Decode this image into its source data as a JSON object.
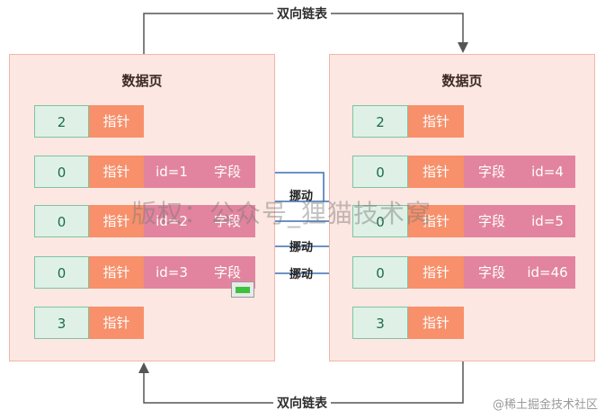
{
  "top_link": "双向链表",
  "bottom_link": "双向链表",
  "left_page": {
    "title": "数据页",
    "rows": [
      {
        "num": "2",
        "ptr": "指针"
      },
      {
        "num": "0",
        "ptr": "指针",
        "f1": "id=1",
        "f2": "字段"
      },
      {
        "num": "0",
        "ptr": "指针",
        "f1": "id=2",
        "f2": "字段"
      },
      {
        "num": "0",
        "ptr": "指针",
        "f1": "id=3",
        "f2": "字段"
      },
      {
        "num": "3",
        "ptr": "指针"
      }
    ]
  },
  "right_page": {
    "title": "数据页",
    "rows": [
      {
        "num": "2",
        "ptr": "指针"
      },
      {
        "num": "0",
        "ptr": "指针",
        "f1": "字段",
        "f2": "id=4"
      },
      {
        "num": "0",
        "ptr": "指针",
        "f1": "字段",
        "f2": "id=5"
      },
      {
        "num": "0",
        "ptr": "指针",
        "f1": "字段",
        "f2": "id=46"
      },
      {
        "num": "3",
        "ptr": "指针"
      }
    ]
  },
  "move_labels": [
    "挪动",
    "挪动",
    "挪动"
  ],
  "watermark": "版权：公众号_狸猫技术窝",
  "credit": "@稀土掘金技术社区",
  "colors": {
    "panel_bg": "#fde7e2",
    "record_header": "#dff1e7",
    "pointer": "#f7906b",
    "field": "#e2849f",
    "arrow": "#3b6fb0"
  }
}
